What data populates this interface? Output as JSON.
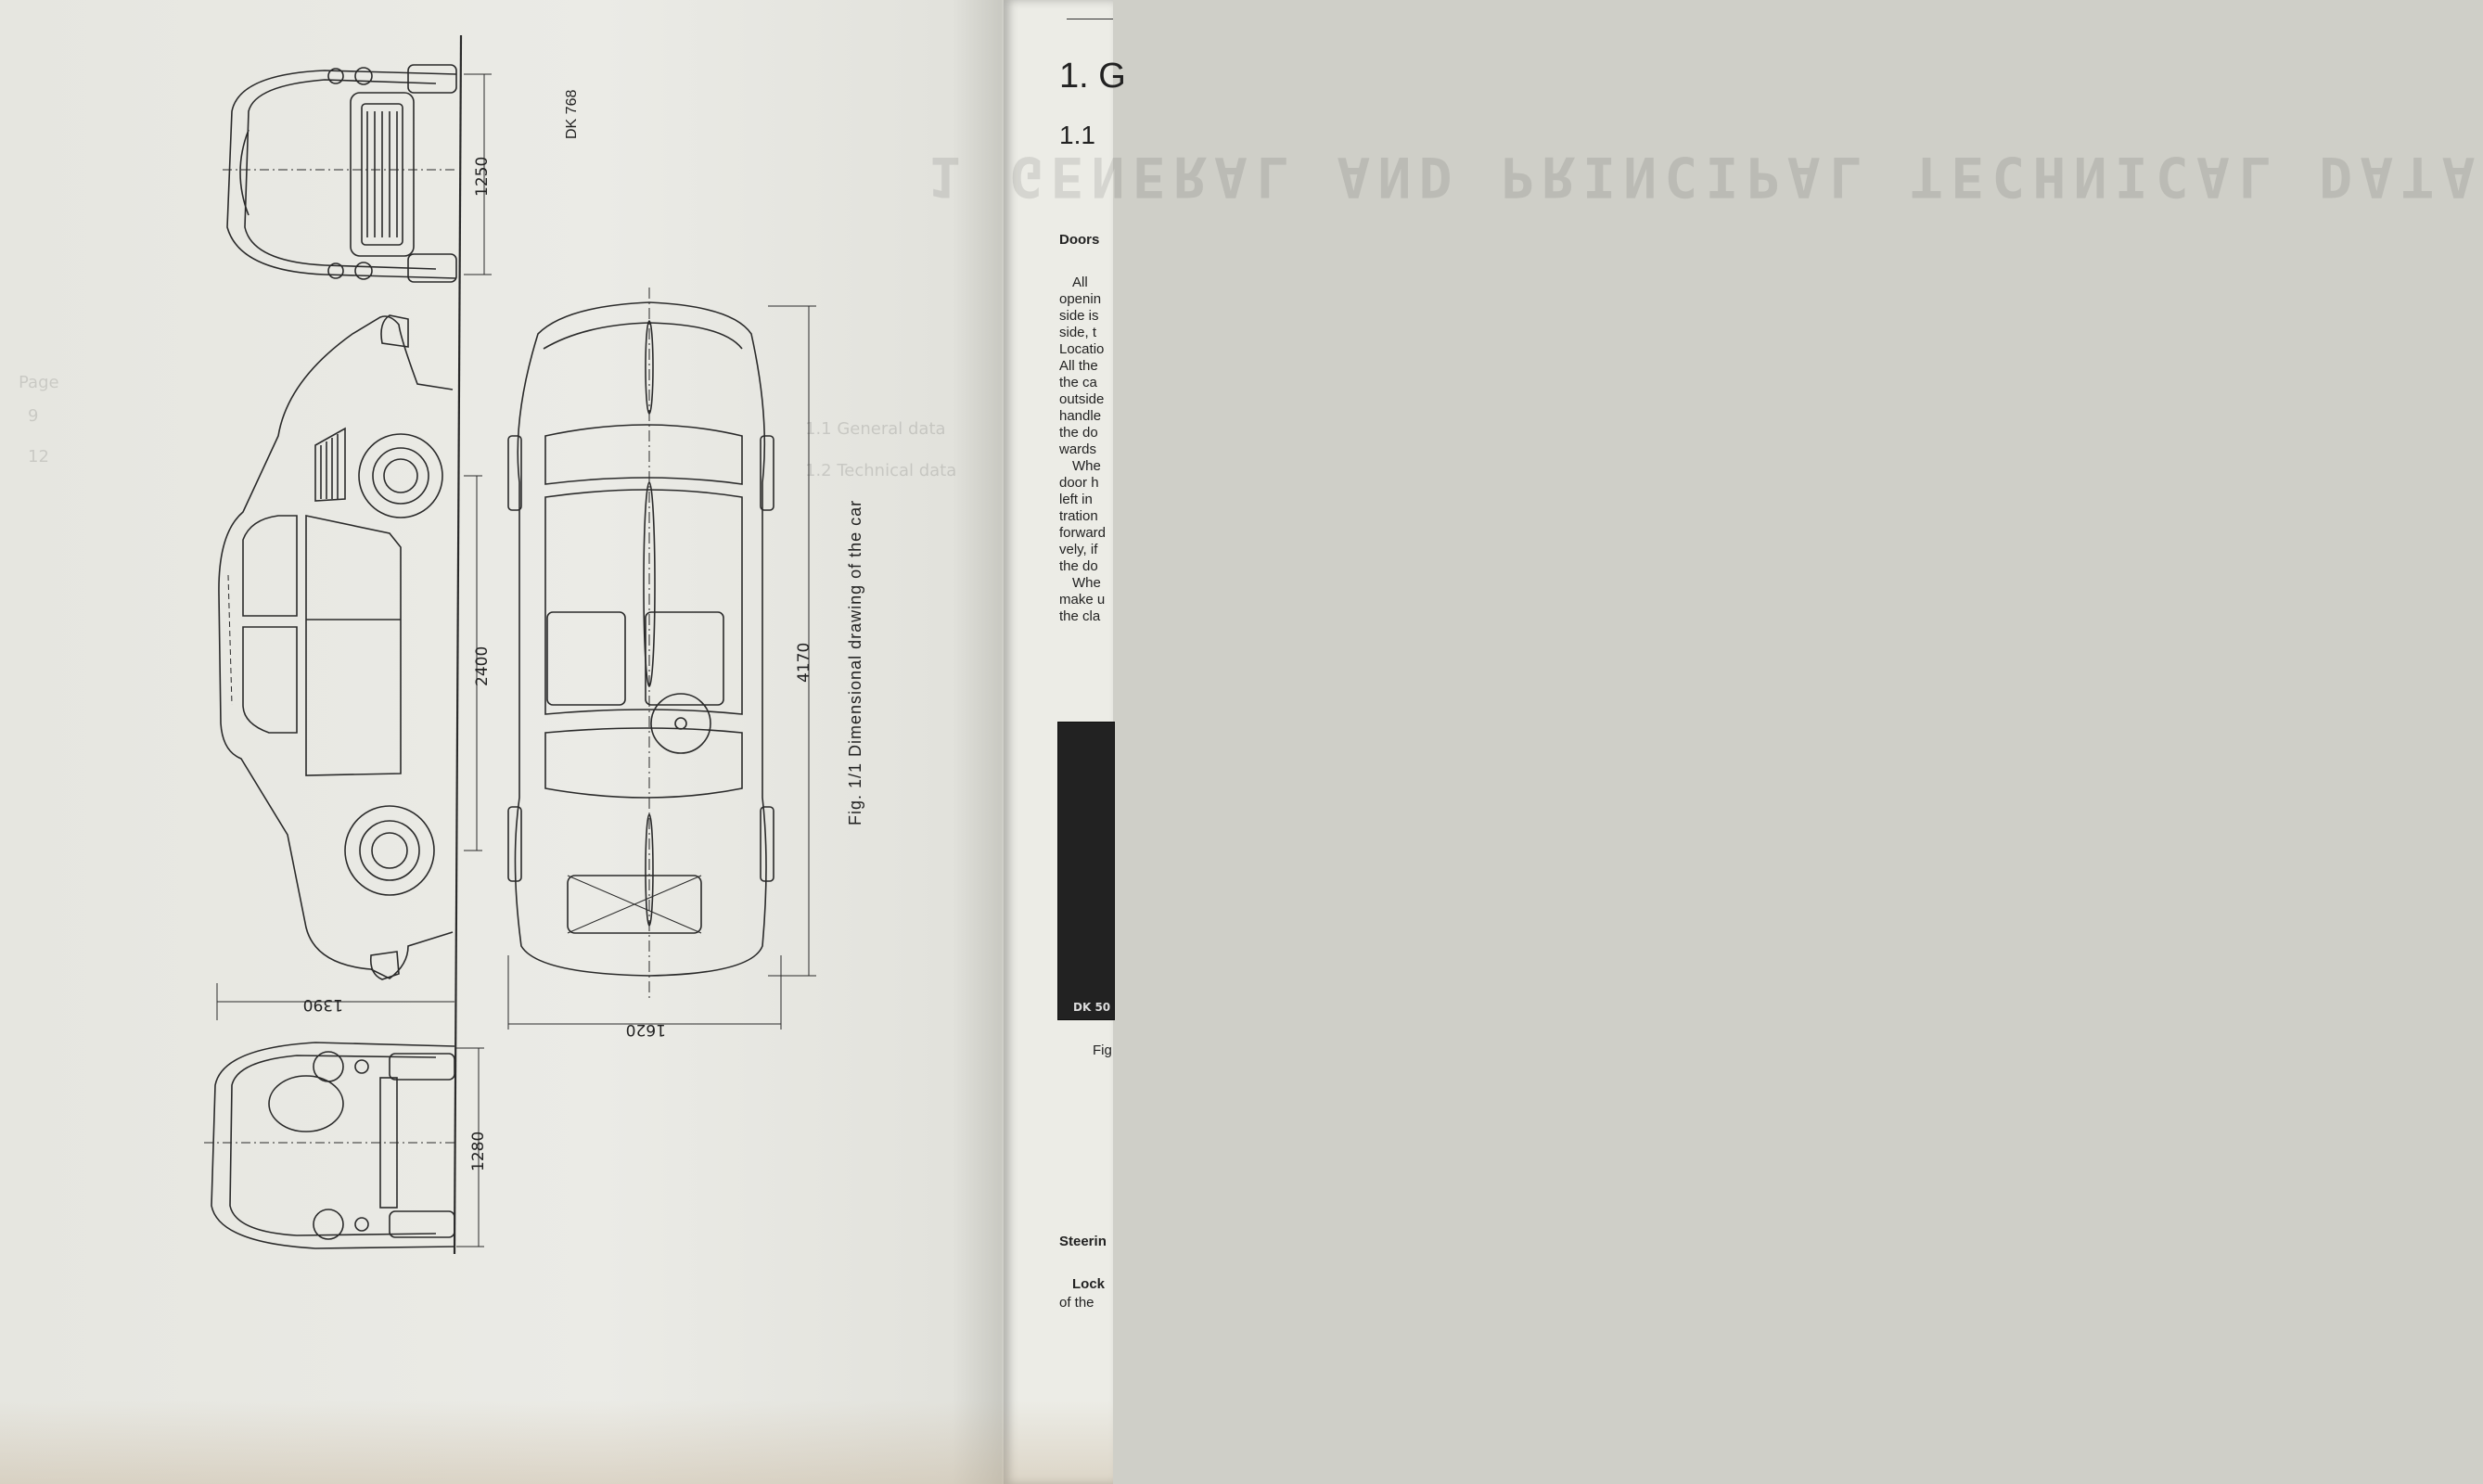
{
  "drawing": {
    "reference_code": "DK 768",
    "caption": "Fig. 1/1   Dimensional drawing of the car",
    "dimensions": {
      "front_track": "1250",
      "wheelbase": "2400",
      "overall_length": "4170",
      "overall_width": "1620",
      "height": "1390",
      "rear_track": "1280"
    }
  },
  "ghost": {
    "heading": "1 GENERAL AND PRINCIPAL TECHNICAL DATA",
    "toc_page": "Page",
    "toc_items": [
      "1.1 General data",
      "1.2 Technical data"
    ],
    "toc_pages": [
      "9",
      "12"
    ]
  },
  "right_page": {
    "heading": "1. G",
    "subheading": "1.1",
    "doors_label": "Doors",
    "lines": [
      "All",
      "openin",
      "side is",
      "side, t",
      "Locatio",
      "All the",
      "the ca",
      "outside",
      "handle",
      "the do",
      "wards",
      "Whe",
      "door h",
      "left in",
      "tration",
      "forward",
      "vely, if",
      "the do",
      "Whe",
      "make u",
      "the cla"
    ],
    "photo_code": "DK 50",
    "fig_label": "Fig",
    "steering_label": "Steerin",
    "lock_label": "Lock",
    "lock_line": "of the"
  }
}
